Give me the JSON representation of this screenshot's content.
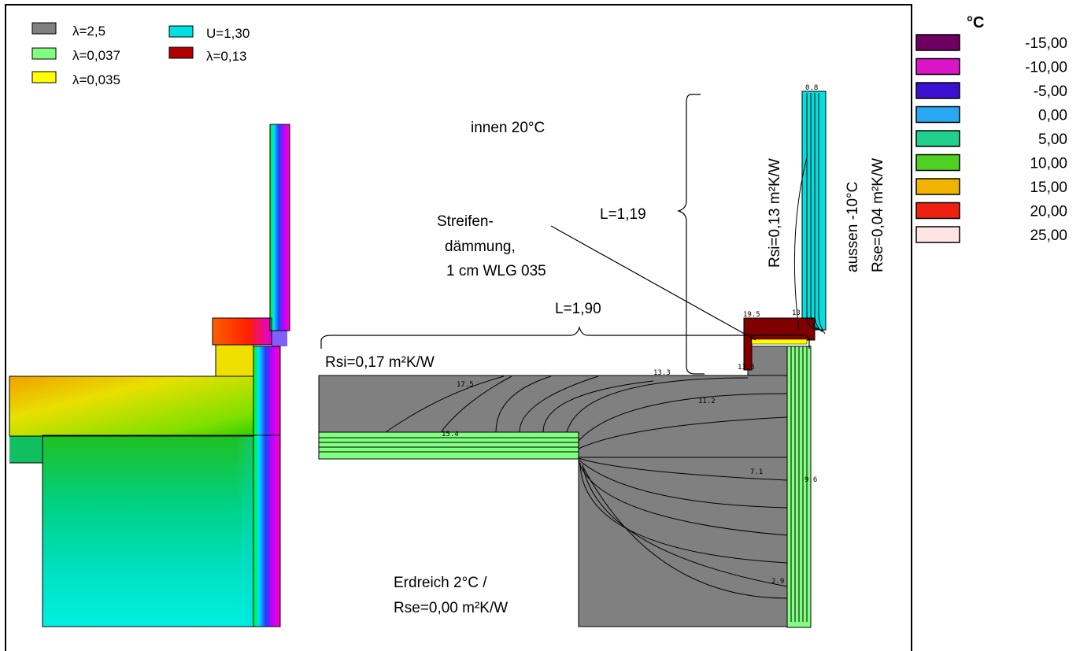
{
  "materials_legend": [
    {
      "label": "λ=2,5",
      "color": "#808080"
    },
    {
      "label": "λ=0,037",
      "color": "#80ff80"
    },
    {
      "label": "λ=0,035",
      "color": "#ffff00"
    },
    {
      "label": "U=1,30",
      "color": "#00e0e0"
    },
    {
      "label": "λ=0,13",
      "color": "#b00000"
    }
  ],
  "temperature_scale": {
    "unit": "°C",
    "entries": [
      {
        "label": "-15,00",
        "color": "#6e0064"
      },
      {
        "label": "-10,00",
        "color": "#dc14c8"
      },
      {
        "label": "-5,00",
        "color": "#3c10d0"
      },
      {
        "label": "0,00",
        "color": "#28a8f0"
      },
      {
        "label": "5,00",
        "color": "#20d08c"
      },
      {
        "label": "10,00",
        "color": "#50d020"
      },
      {
        "label": "15,00",
        "color": "#f0b400"
      },
      {
        "label": "20,00",
        "color": "#f02010"
      },
      {
        "label": "25,00",
        "color": "#ffe4e4"
      }
    ]
  },
  "annotations": {
    "inside": "innen 20°C",
    "rsi_wall": "Rsi=0,13 m²K/W",
    "outside_temp": "aussen  -10°C",
    "rse_outside": "Rse=0,04 m²K/W",
    "strip_insulation": [
      "Streifen-",
      "dämmung,",
      "1 cm WLG 035"
    ],
    "length_vertical": "L=1,19",
    "length_horizontal": "L=1,90",
    "rsi_floor": "Rsi=0,17 m²K/W",
    "ground": [
      "Erdreich 2°C /",
      "Rse=0,00 m²K/W"
    ]
  },
  "isotherm_labels": [
    "0.8",
    "19.5",
    "13",
    "17.5",
    "13.3",
    "11.2",
    "15.4",
    "9.6",
    "7.1",
    "2.9",
    "13.3"
  ]
}
